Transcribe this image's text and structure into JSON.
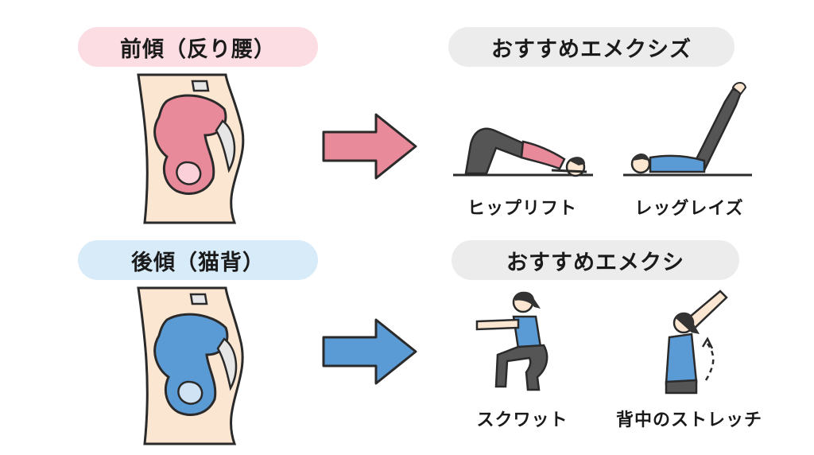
{
  "top": {
    "condition_title": "前傾（反り腰）",
    "recommend_title": "おすすめエメクシズ",
    "exercises": [
      {
        "label": "ヒップリフト",
        "icon": "hip-lift-figure-icon"
      },
      {
        "label": "レッグレイズ",
        "icon": "leg-raise-figure-icon"
      }
    ],
    "accent_color": "#e98a9a"
  },
  "bottom": {
    "condition_title": "後傾（猫背）",
    "recommend_title": "おすすめエメクシ",
    "exercises": [
      {
        "label": "スクワット",
        "icon": "squat-figure-icon"
      },
      {
        "label": "背中のストレッチ",
        "icon": "back-stretch-figure-icon"
      }
    ],
    "accent_color": "#5b9bd5"
  },
  "icons": [
    "pelvis-anterior-tilt-icon",
    "pelvis-posterior-tilt-icon",
    "right-arrow-icon"
  ]
}
